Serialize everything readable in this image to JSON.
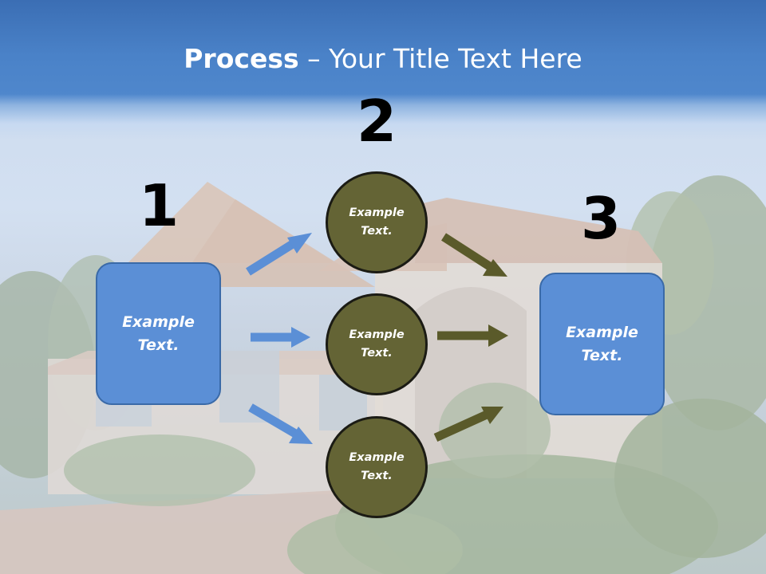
{
  "title": {
    "bold": "Process",
    "rest": " – Your Title Text Here"
  },
  "steps": {
    "one": "1",
    "two": "2",
    "three": "3"
  },
  "boxes": {
    "left": "Example Text.",
    "right": "Example Text."
  },
  "circles": {
    "top": "Example Text.",
    "middle": "Example Text.",
    "bottom": "Example Text."
  },
  "colors": {
    "header_blue": "#4a82c8",
    "box_fill": "#5b8fd6",
    "circle_fill": "#646435",
    "blue_arrow": "#5b8fd6",
    "olive_arrow": "#5a5a2a"
  }
}
